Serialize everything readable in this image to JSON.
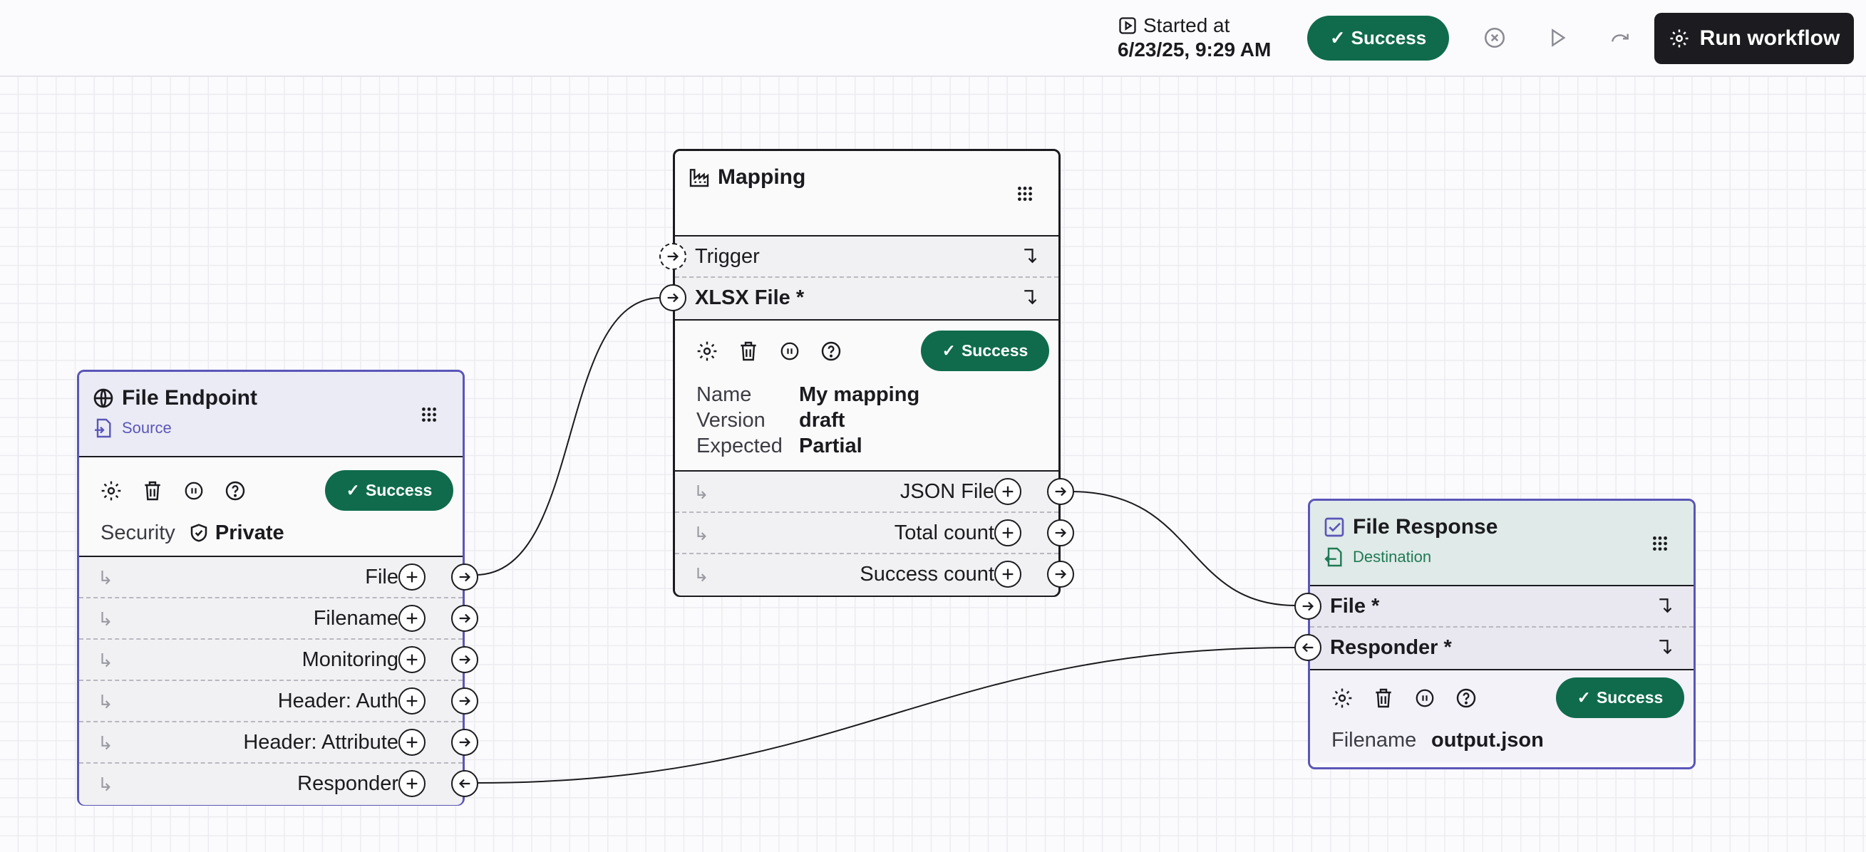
{
  "topbar": {
    "started_label": "Started at",
    "started_time": "6/23/25, 9:29 AM",
    "status": "Success",
    "run_label": "Run workflow"
  },
  "nodes": {
    "endpoint": {
      "title": "File Endpoint",
      "subtitle": "Source",
      "status": "Success",
      "security_label": "Security",
      "security_value": "Private",
      "outputs": [
        "File",
        "Filename",
        "Monitoring",
        "Header: Auth",
        "Header: Attribute",
        "Responder"
      ]
    },
    "mapping": {
      "title": "Mapping",
      "inputs": [
        "Trigger",
        "XLSX File *"
      ],
      "status": "Success",
      "props": [
        {
          "key": "Name",
          "value": "My mapping"
        },
        {
          "key": "Version",
          "value": "draft"
        },
        {
          "key": "Expected",
          "value": "Partial"
        }
      ],
      "outputs": [
        "JSON File",
        "Total count",
        "Success count"
      ]
    },
    "response": {
      "title": "File Response",
      "subtitle": "Destination",
      "inputs": [
        "File *",
        "Responder *"
      ],
      "status": "Success",
      "props": [
        {
          "key": "Filename",
          "value": "output.json"
        }
      ]
    }
  },
  "colors": {
    "success": "#0f6b4c",
    "source_accent": "#5a56b8",
    "destination_accent": "#1f7a55",
    "source_header_bg": "#ebebf6",
    "destination_header_bg": "#e0eae8"
  }
}
